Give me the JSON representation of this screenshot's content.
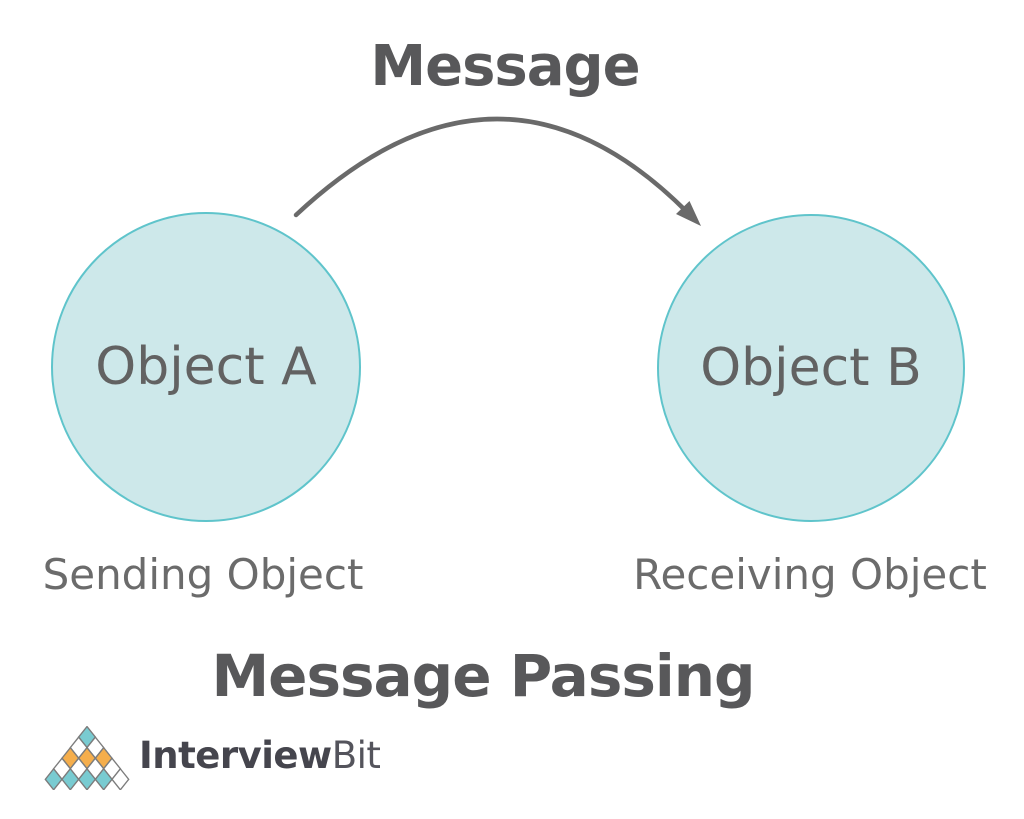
{
  "diagram": {
    "arrow_label": "Message",
    "sender": {
      "label": "Object A",
      "caption": "Sending Object"
    },
    "receiver": {
      "label": "Object B",
      "caption": "Receiving Object"
    },
    "title": "Message Passing",
    "colors": {
      "background": "#ffffff",
      "circle_fill": "#cde8ea",
      "circle_border": "#5fc4cb",
      "arrow": "#6a6a6a",
      "heading_text": "#58585a",
      "object_text": "#626262",
      "caption_text": "#6b6b6b"
    }
  },
  "logo": {
    "brand_bold": "Interview",
    "brand_light": "Bit",
    "colors": {
      "teal": "#79cbd1",
      "orange": "#f5ae4c",
      "white": "#ffffff",
      "outline": "#7c7c7c",
      "text_bold": "#45454d",
      "text_light": "#54545c"
    },
    "pyramid_rows": [
      [
        "teal"
      ],
      [
        "white",
        "white"
      ],
      [
        "orange",
        "orange",
        "orange"
      ],
      [
        "white",
        "white",
        "white",
        "white"
      ],
      [
        "teal",
        "teal",
        "teal",
        "teal",
        "white"
      ]
    ]
  }
}
